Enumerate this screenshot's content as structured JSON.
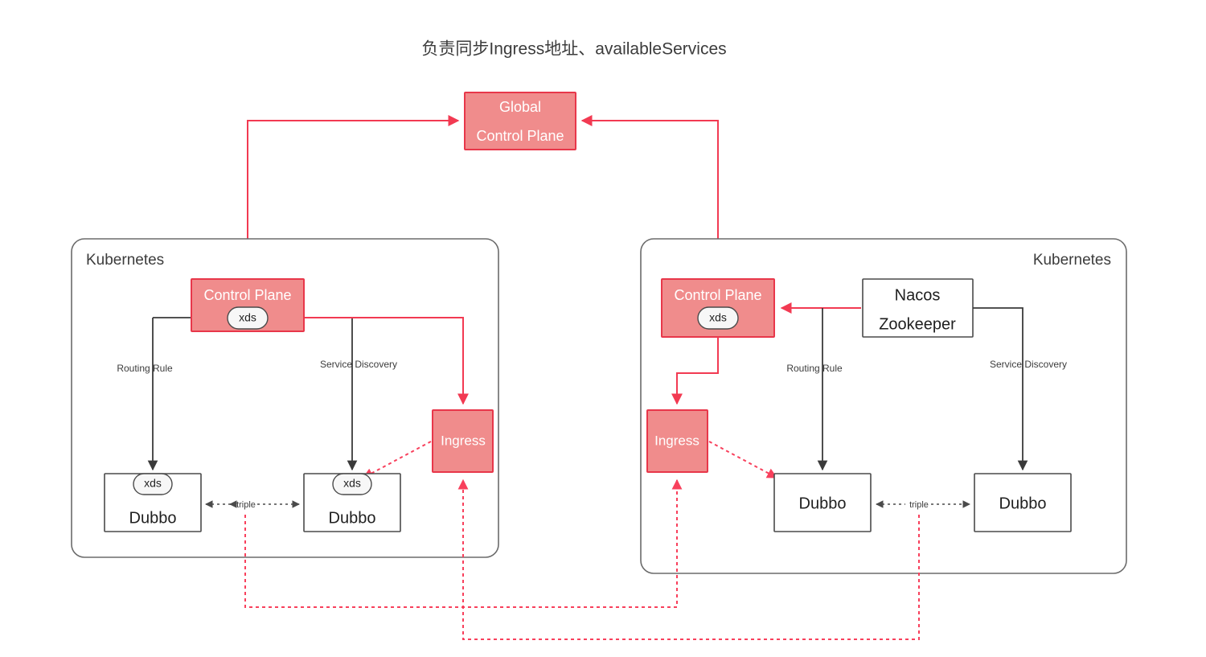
{
  "page": {
    "title": "负责同步Ingress地址、availableServices",
    "background": "#ffffff"
  },
  "colors": {
    "pink_fill": "#f08c8c",
    "pink_stroke": "#e8374a",
    "red_line": "#f23a52",
    "red_dashed": "#f8405c",
    "black_line": "#3a3a3a",
    "cluster_stroke": "#6b6b6b",
    "text_dark": "#1f1f1f"
  },
  "global": {
    "line1": "Global",
    "line2": "Control Plane"
  },
  "clusters": [
    {
      "id": "left",
      "label": "Kubernetes",
      "control_plane": {
        "label": "Control Plane",
        "badge": "xds"
      },
      "ingress": {
        "label": "Ingress"
      },
      "edges": {
        "routing_rule": "Routing Rule",
        "service_discovery": "Service Discovery",
        "protocol": "triple"
      },
      "services": [
        {
          "label": "Dubbo",
          "badge": "xds"
        },
        {
          "label": "Dubbo",
          "badge": "xds"
        }
      ]
    },
    {
      "id": "right",
      "label": "Kubernetes",
      "control_plane": {
        "label": "Control Plane",
        "badge": "xds"
      },
      "ingress": {
        "label": "Ingress"
      },
      "registry": {
        "line1": "Nacos",
        "line2": "Zookeeper"
      },
      "edges": {
        "routing_rule": "Routing Rule",
        "service_discovery": "Service Discovery",
        "protocol": "triple"
      },
      "services": [
        {
          "label": "Dubbo",
          "badge": null
        },
        {
          "label": "Dubbo",
          "badge": null
        }
      ]
    }
  ]
}
